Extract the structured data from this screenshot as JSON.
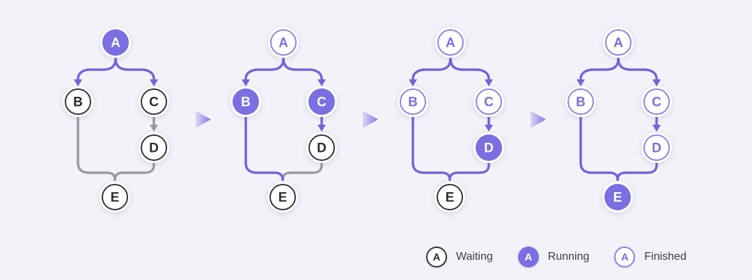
{
  "colors": {
    "bg": "#f2f2f8",
    "edge-active": "#7066d8",
    "edge-inactive": "#9a9aa2",
    "running-fill": "#7b6fe2",
    "running-text": "#ffffff",
    "waiting-border": "#33333b",
    "waiting-text": "#2b2b33",
    "finished-border": "#8d83e6",
    "finished-text": "#7a6ee0",
    "legend-text": "#3c3c44",
    "arrow-grad-start": "#dcd7f5",
    "arrow-grad-end": "#8476e3"
  },
  "panels": [
    {
      "name": "step-1",
      "nodes": {
        "A": {
          "label": "A",
          "state": "running"
        },
        "B": {
          "label": "B",
          "state": "waiting"
        },
        "C": {
          "label": "C",
          "state": "waiting"
        },
        "D": {
          "label": "D",
          "state": "waiting"
        },
        "E": {
          "label": "E",
          "state": "waiting"
        }
      },
      "edges": {
        "a_b": "active",
        "a_c": "active",
        "c_d": "inactive",
        "b_e": "inactive",
        "d_e": "inactive"
      }
    },
    {
      "name": "step-2",
      "nodes": {
        "A": {
          "label": "A",
          "state": "finished"
        },
        "B": {
          "label": "B",
          "state": "running"
        },
        "C": {
          "label": "C",
          "state": "running"
        },
        "D": {
          "label": "D",
          "state": "waiting"
        },
        "E": {
          "label": "E",
          "state": "waiting"
        }
      },
      "edges": {
        "a_b": "active",
        "a_c": "active",
        "c_d": "active",
        "b_e": "active",
        "d_e": "inactive"
      }
    },
    {
      "name": "step-3",
      "nodes": {
        "A": {
          "label": "A",
          "state": "finished"
        },
        "B": {
          "label": "B",
          "state": "finished"
        },
        "C": {
          "label": "C",
          "state": "finished"
        },
        "D": {
          "label": "D",
          "state": "running"
        },
        "E": {
          "label": "E",
          "state": "waiting"
        }
      },
      "edges": {
        "a_b": "active",
        "a_c": "active",
        "c_d": "active",
        "b_e": "active",
        "d_e": "active"
      }
    },
    {
      "name": "step-4",
      "nodes": {
        "A": {
          "label": "A",
          "state": "finished"
        },
        "B": {
          "label": "B",
          "state": "finished"
        },
        "C": {
          "label": "C",
          "state": "finished"
        },
        "D": {
          "label": "D",
          "state": "finished"
        },
        "E": {
          "label": "E",
          "state": "running"
        }
      },
      "edges": {
        "a_b": "active",
        "a_c": "active",
        "c_d": "active",
        "b_e": "active",
        "d_e": "active"
      }
    }
  ],
  "legend": {
    "items": [
      {
        "symbol": "A",
        "state": "waiting",
        "label": "Waiting"
      },
      {
        "symbol": "A",
        "state": "running",
        "label": "Running"
      },
      {
        "symbol": "A",
        "state": "finished",
        "label": "Finished"
      }
    ]
  }
}
